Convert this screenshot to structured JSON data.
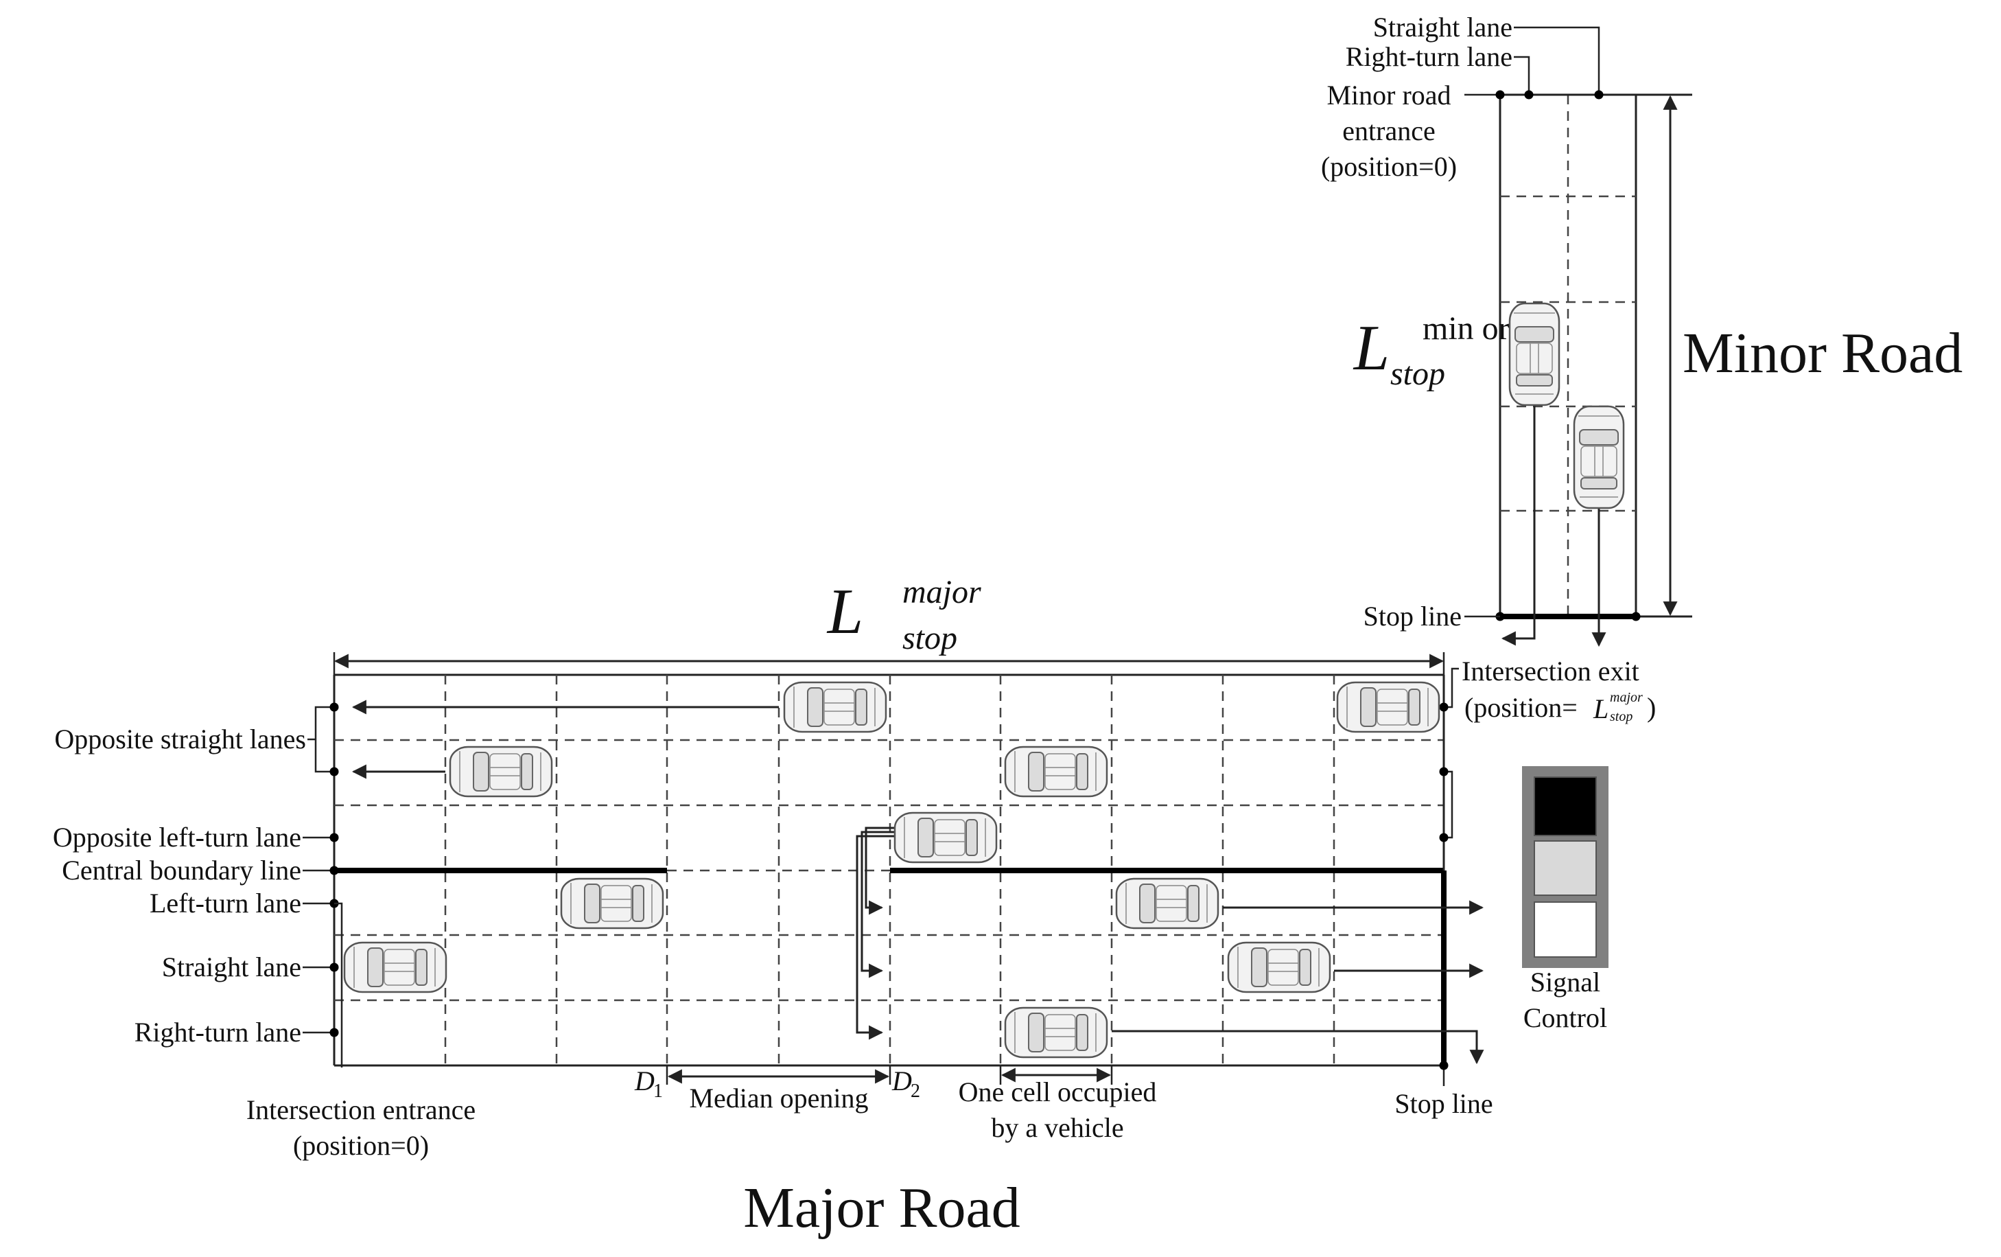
{
  "titles": {
    "major_road": "Major Road",
    "minor_road": "Minor Road"
  },
  "major_length": {
    "base": "L",
    "sup": "major",
    "sub": "stop"
  },
  "minor_length": {
    "base": "L",
    "sup": "min or",
    "sub": "stop"
  },
  "major_labels": {
    "opposite_straight": "Opposite straight lanes",
    "opposite_left": "Opposite left-turn lane",
    "central_boundary": "Central boundary line",
    "left_turn": "Left-turn lane",
    "straight": "Straight lane",
    "right_turn": "Right-turn lane",
    "entrance_line1": "Intersection entrance",
    "entrance_line2": "(position=0)",
    "d1": "D",
    "d1_sub": "1",
    "d2": "D",
    "d2_sub": "2",
    "median_opening": "Median opening",
    "one_cell_line1": "One cell occupied",
    "one_cell_line2": "by a vehicle",
    "stop_line": "Stop line",
    "exit_line1": "Intersection exit",
    "exit_line2_prefix": "(position=",
    "exit_line2_suffix": ")",
    "exit_base": "L",
    "exit_sup": "major",
    "exit_sub": "stop"
  },
  "minor_labels": {
    "straight_lane": "Straight lane",
    "right_turn_lane": "Right-turn lane",
    "entrance_line1": "Minor road",
    "entrance_line2": "entrance",
    "entrance_line3": "(position=0)",
    "stop_line": "Stop line"
  },
  "signal": {
    "label_line1": "Signal",
    "label_line2": "Control",
    "frame_color": "#808080",
    "lights": [
      "#000000",
      "#d9d9d9",
      "#ffffff"
    ]
  },
  "grid": {
    "major_cells_per_lane": 10,
    "major_lanes": 6,
    "minor_cells_per_lane": 5,
    "minor_lanes": 2
  }
}
